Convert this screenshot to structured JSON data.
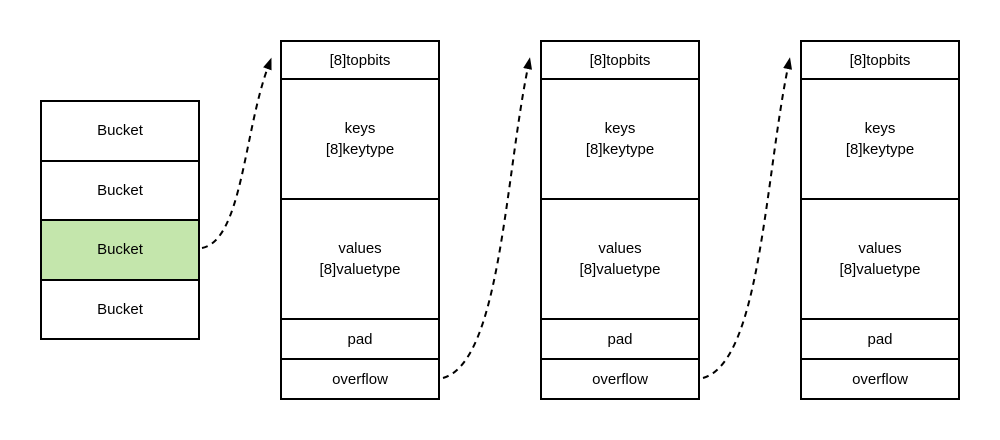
{
  "colors": {
    "background": "#ffffff",
    "stroke": "#000000",
    "text": "#000000",
    "bucket_highlight_fill": "#c4e6ac"
  },
  "bucket_array": {
    "items": [
      "Bucket",
      "Bucket",
      "Bucket",
      "Bucket"
    ],
    "highlighted_index": 2
  },
  "structs": [
    {
      "topbits": "[8]topbits",
      "keys_name": "keys",
      "keys_type": "[8]keytype",
      "values_name": "values",
      "values_type": "[8]valuetype",
      "pad": "pad",
      "overflow": "overflow"
    },
    {
      "topbits": "[8]topbits",
      "keys_name": "keys",
      "keys_type": "[8]keytype",
      "values_name": "values",
      "values_type": "[8]valuetype",
      "pad": "pad",
      "overflow": "overflow"
    },
    {
      "topbits": "[8]topbits",
      "keys_name": "keys",
      "keys_type": "[8]keytype",
      "values_name": "values",
      "values_type": "[8]valuetype",
      "pad": "pad",
      "overflow": "overflow"
    }
  ],
  "arrows": [
    {
      "from": "bucket-row-3",
      "to": "struct-1-topbits"
    },
    {
      "from": "struct-1-overflow",
      "to": "struct-2-topbits"
    },
    {
      "from": "struct-2-overflow",
      "to": "struct-3-topbits"
    }
  ]
}
